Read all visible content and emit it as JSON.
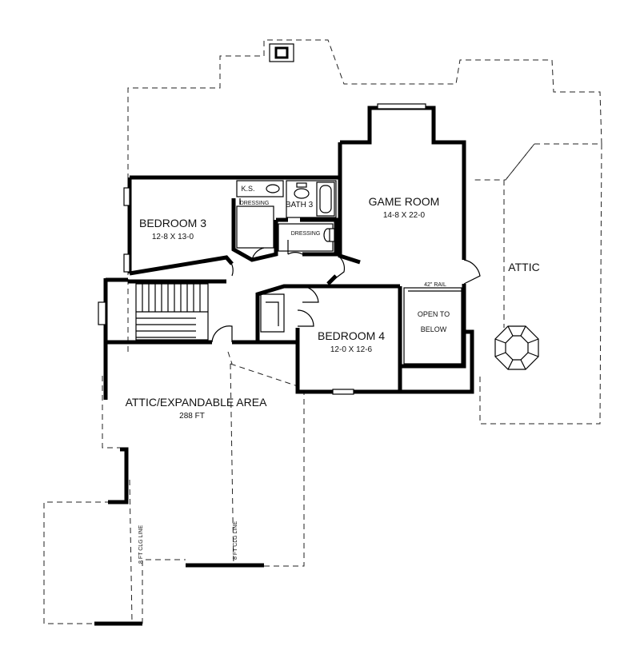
{
  "rooms": {
    "game_room": {
      "name": "GAME ROOM",
      "size": "14-8 X 22-0"
    },
    "bedroom3": {
      "name": "BEDROOM 3",
      "size": "12-8 X 13-0"
    },
    "bedroom4": {
      "name": "BEDROOM 4",
      "size": "12-0 X 12-6"
    },
    "bath3": {
      "name": "BATH 3"
    },
    "ks": {
      "name": "K.S."
    },
    "dressing_a": {
      "name": "DRESSING"
    },
    "dressing_b": {
      "name": "DRESSING"
    },
    "attic": {
      "name": "ATTIC"
    },
    "open_below": {
      "line1": "OPEN TO",
      "line2": "BELOW"
    },
    "attic_expand": {
      "name": "ATTIC/EXPANDABLE AREA",
      "size": "288 FT"
    }
  },
  "annotations": {
    "rail": "42\" RAIL",
    "clg_line_1": "8 FT CLG LINE",
    "clg_line_2": "8 FT CLG LINE"
  }
}
